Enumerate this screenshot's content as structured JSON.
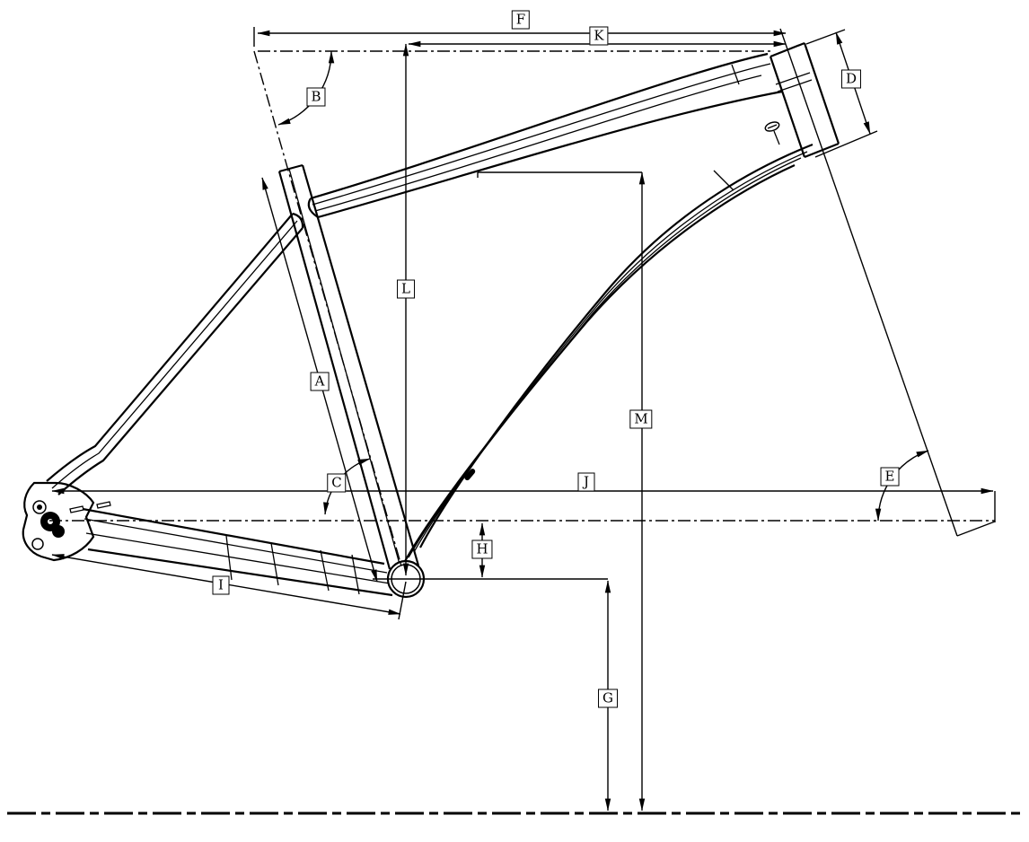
{
  "diagram": {
    "background_color": "#ffffff",
    "line_color": "#000000",
    "labels": [
      {
        "id": "A",
        "text": "A"
      },
      {
        "id": "B",
        "text": "B"
      },
      {
        "id": "C",
        "text": "C"
      },
      {
        "id": "D",
        "text": "D"
      },
      {
        "id": "E",
        "text": "E"
      },
      {
        "id": "F",
        "text": "F"
      },
      {
        "id": "G",
        "text": "G"
      },
      {
        "id": "H",
        "text": "H"
      },
      {
        "id": "I",
        "text": "I"
      },
      {
        "id": "J",
        "text": "J"
      },
      {
        "id": "K",
        "text": "K"
      },
      {
        "id": "L",
        "text": "L"
      },
      {
        "id": "M",
        "text": "M"
      }
    ]
  }
}
